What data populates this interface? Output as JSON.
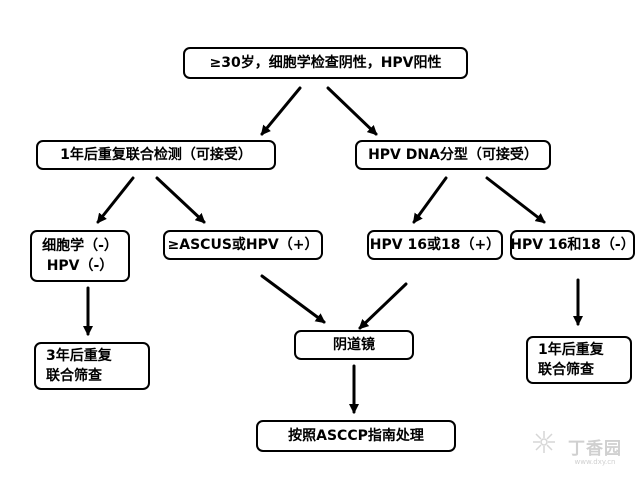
{
  "nodes": {
    "root": "≥30岁，细胞学检查阴性，HPV阳性",
    "cotest": "1年后重复联合检测（可接受）",
    "genotype": "HPV DNA分型（可接受）",
    "neg_line1": "细胞学（-）",
    "neg_line2": "HPV（-）",
    "ascus": "≥ASCUS或HPV（+）",
    "hpv1618_pos": "HPV 16或18（+）",
    "hpv1618_neg": "HPV 16和18（-）",
    "repeat3_line1": "3年后重复",
    "repeat3_line2": "联合筛查",
    "colposcopy": "阴道镜",
    "repeat1_line1": "1年后重复",
    "repeat1_line2": "联合筛查",
    "asccp": "按照ASCCP指南处理"
  },
  "watermark": {
    "brand": "丁香园",
    "url": "www.dxy.cn",
    "icon": "flower-icon"
  },
  "colors": {
    "line": "#000000",
    "background": "#ffffff",
    "watermark": "#d0d0d0"
  }
}
